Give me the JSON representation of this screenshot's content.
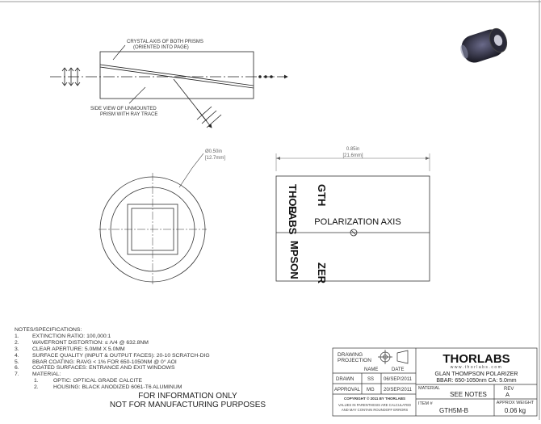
{
  "drawing": {
    "crystal_axis_label": [
      "CRYSTAL AXIS OF BOTH PRISMS",
      "(ORIENTED INTO PAGE)"
    ],
    "side_view_label": [
      "SIDE VIEW OF UNMOUNTED",
      "PRISM WITH RAY TRACE"
    ],
    "diameter_dim": [
      "Ø0.50in",
      "[12.7mm]"
    ],
    "length_dim": [
      "0.85in",
      "[21.6mm]"
    ],
    "polarization_axis": "POLARIZATION AXIS",
    "engraving_top": [
      "THOR",
      "LABS",
      "GTH"
    ],
    "engraving_bottom": [
      "MPSON",
      "ZER"
    ]
  },
  "notes": {
    "title": "NOTES/SPECIFICATIONS:",
    "items": [
      {
        "n": "1.",
        "text": "EXTINCTION RATIO: 100,000:1"
      },
      {
        "n": "2.",
        "text": "WAVEFRONT DISTORTION: ≤ λ/4 @ 632.8nm"
      },
      {
        "n": "3.",
        "text": "CLEAR APERTURE: 5.0mm x 5.0mm"
      },
      {
        "n": "4.",
        "text": "SURFACE QUALITY (INPUT & OUTPUT FACES): 20-10 SCRATCH-DIG"
      },
      {
        "n": "5.",
        "text": "BBAR COATING: Ravg < 1% FOR 650-1050nm @ 0° AOI"
      },
      {
        "n": "6.",
        "text": "COATED SURFACES: ENTRANCE AND EXIT WINDOWS"
      },
      {
        "n": "7.",
        "text": "MATERIAL:"
      }
    ],
    "sub_items": [
      {
        "n": "1.",
        "text": "OPTIC: OPTICAL GRADE CALCITE"
      },
      {
        "n": "2.",
        "text": "HOUSING: BLACK ANODIZED 6061-T6 ALUMINUM"
      }
    ]
  },
  "disclaimer": [
    "FOR INFORMATION ONLY",
    "NOT FOR MANUFACTURING PURPOSES"
  ],
  "title_block": {
    "drawing_projection": [
      "DRAWING",
      "PROJECTION"
    ],
    "name_header": "NAME",
    "date_header": "DATE",
    "drawn_label": "DRAWN",
    "drawn_name": "SS",
    "drawn_date": "06/SEP/2011",
    "approval_label": "APPROVAL",
    "approval_name": "MG",
    "approval_date": "20/SEP/2011",
    "copyright": "COPYRIGHT © 2011 BY THORLABS",
    "values_note": [
      "VALUES IN PARENTHESIS ARE CALCULATED",
      "AND MAY CONTAIN ROUNDOFF ERRORS"
    ],
    "logo": "THORLABS",
    "website": "www.thorlabs.com",
    "description": [
      "GLAN THOMPSON POLARIZER",
      "BBAR: 650-1050nm CA: 5.0mm"
    ],
    "material_label": "MATERIAL",
    "material_value": "SEE NOTES",
    "rev_label": "REV",
    "rev_value": "A",
    "item_label": "ITEM #",
    "item_value": "GTH5M-B",
    "weight_label": "APPROX WEIGHT",
    "weight_value": "0.06 kg"
  }
}
